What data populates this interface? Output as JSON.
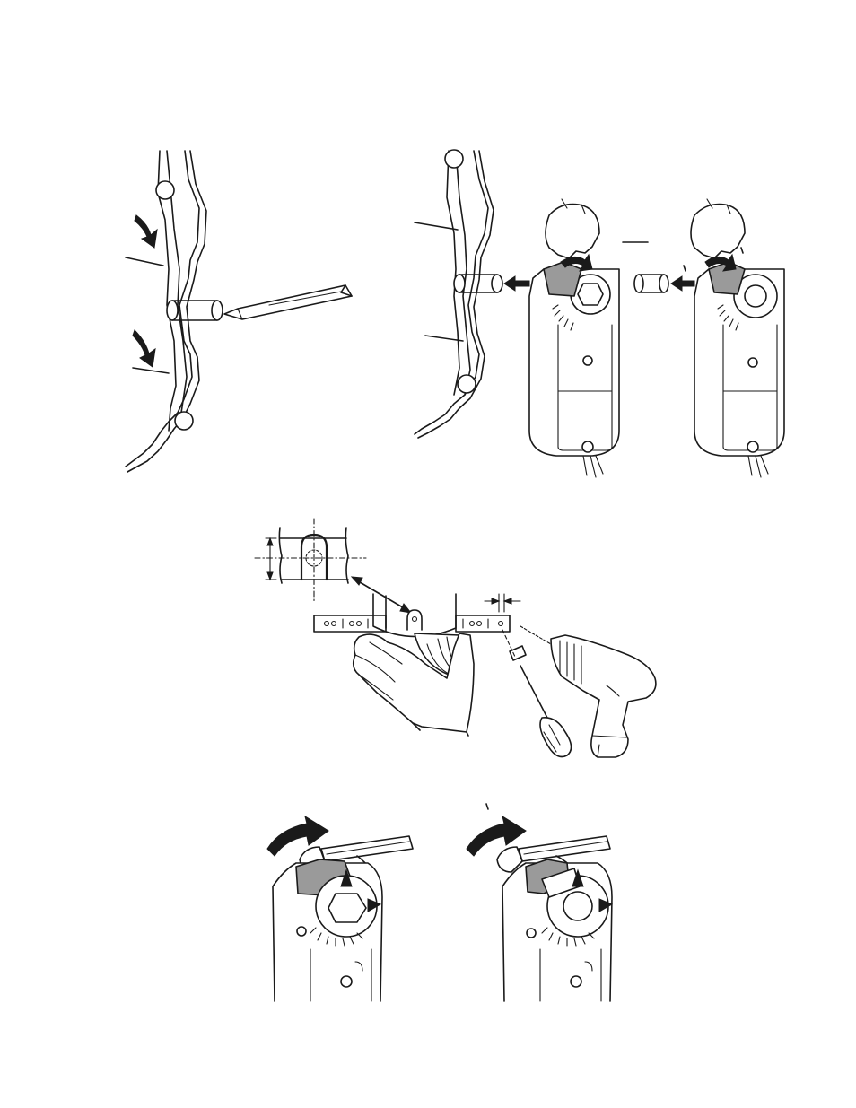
{
  "document": {
    "type": "installation-illustration-page",
    "figures": [
      {
        "id": "shaft-insertion",
        "icon": "damper-blades-and-shaft"
      },
      {
        "id": "actuator-mounting-standard",
        "icon": "actuator-with-hand"
      },
      {
        "id": "actuator-mounting-alternate",
        "icon": "actuator-with-hand"
      },
      {
        "id": "bracket-drilling",
        "icon": "bracket-drill-screwdriver"
      },
      {
        "id": "wrench-tighten-left",
        "icon": "actuator-with-wrench"
      },
      {
        "id": "wrench-tighten-right",
        "icon": "actuator-with-wrench"
      }
    ]
  },
  "colors": {
    "ink": "#1a1a1a",
    "shade": "#9a9a9a",
    "paper": "#ffffff"
  }
}
